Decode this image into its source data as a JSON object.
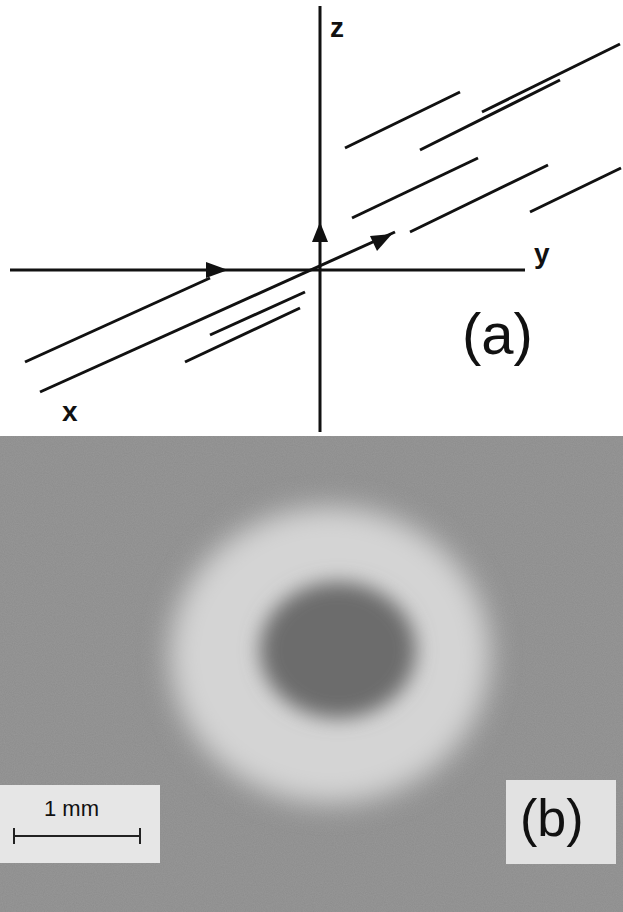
{
  "diagram": {
    "labels": [
      "z",
      "y",
      "x",
      "(a)",
      "1 mm",
      "(b)"
    ]
  }
}
